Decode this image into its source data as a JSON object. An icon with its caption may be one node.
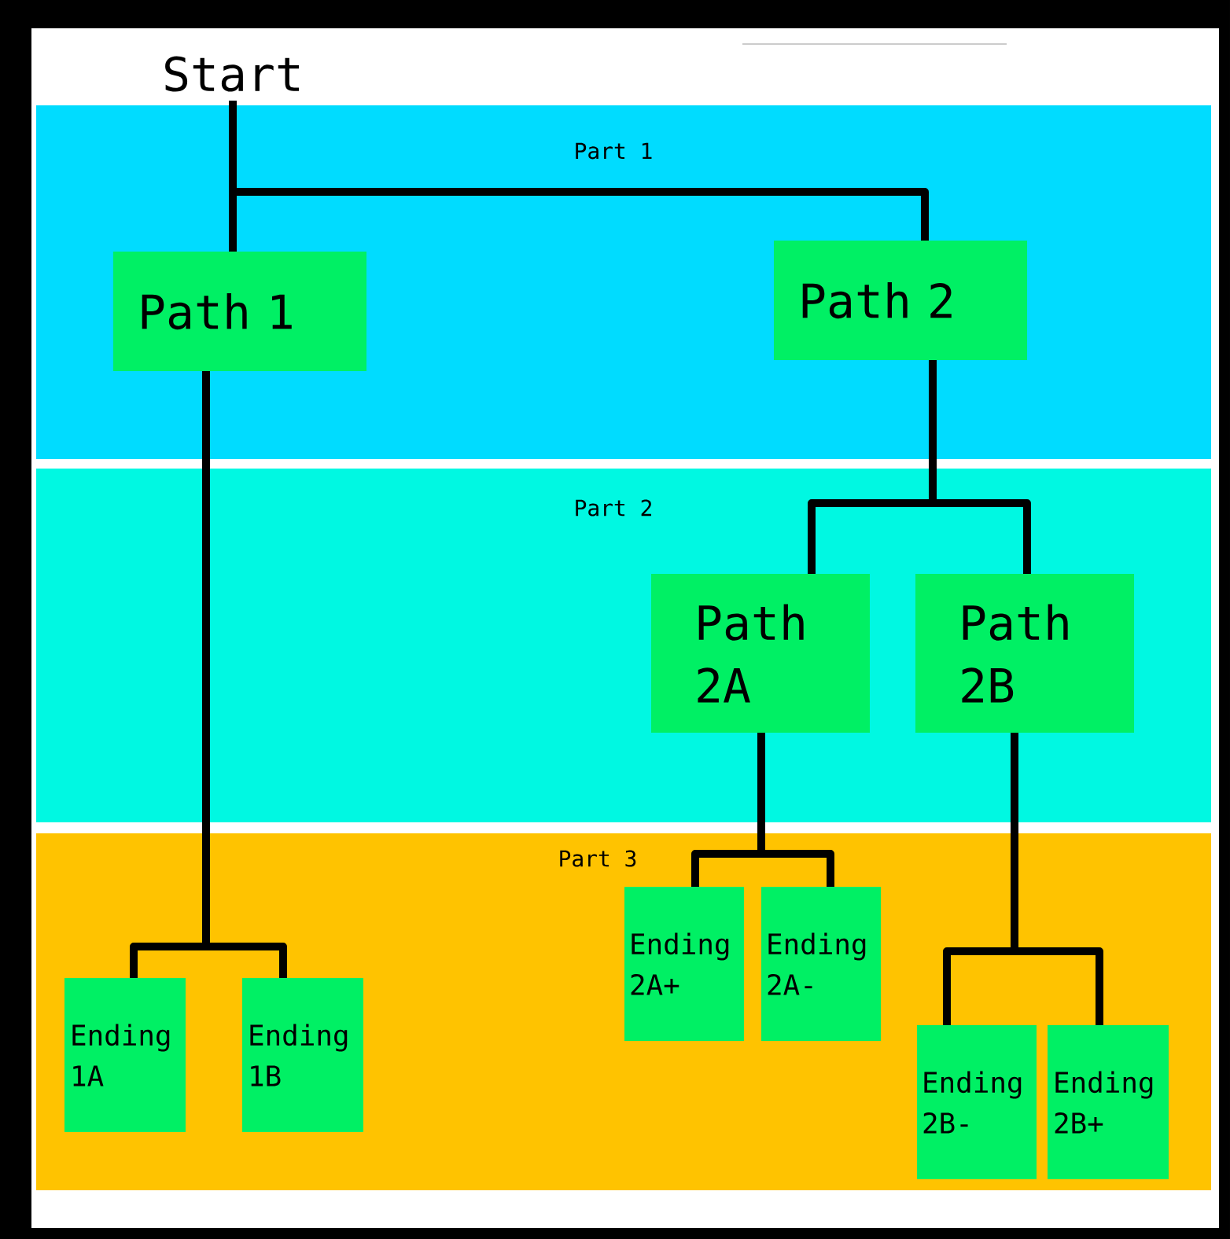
{
  "diagram": {
    "nodes": [
      {
        "text": [
          "Start"
        ]
      },
      {
        "text": [
          "Part 1"
        ]
      },
      {
        "text": [
          "Path 1"
        ],
        "in": 1
      },
      {
        "text": [
          "Path 2"
        ],
        "in": 1
      },
      {
        "text": [
          "Part 2"
        ]
      },
      {
        "text": [
          "Path 2A"
        ],
        "in": 4
      },
      {
        "text": [
          "Path 2B"
        ],
        "in": 4
      },
      {
        "text": [
          "Part 3"
        ]
      },
      {
        "text": [
          "Ending 1A"
        ],
        "in": 7
      },
      {
        "text": [
          "Ending 1B"
        ],
        "in": 7
      },
      {
        "text": [
          "Ending 2A+"
        ],
        "in": 7
      },
      {
        "text": [
          "Ending 2A-"
        ],
        "in": 7
      },
      {
        "text": [
          "Ending 2B-"
        ],
        "in": 7
      },
      {
        "text": [
          "Ending 2B+"
        ],
        "in": 7
      }
    ],
    "edges": [
      {
        "from": 0,
        "to": 2,
        "arrow": "none"
      },
      {
        "from": 0,
        "to": 3,
        "arrow": "none"
      },
      {
        "from": 2,
        "to": 8,
        "arrow": "none"
      },
      {
        "from": 2,
        "to": 9,
        "arrow": "none"
      },
      {
        "from": 3,
        "to": 5,
        "arrow": "none"
      },
      {
        "from": 3,
        "to": 6,
        "arrow": "none"
      },
      {
        "from": 5,
        "to": 10,
        "arrow": "none"
      },
      {
        "from": 5,
        "to": 11,
        "arrow": "none"
      },
      {
        "from": 6,
        "to": 12,
        "arrow": "none"
      },
      {
        "from": 6,
        "to": 13,
        "arrow": "none"
      }
    ]
  }
}
